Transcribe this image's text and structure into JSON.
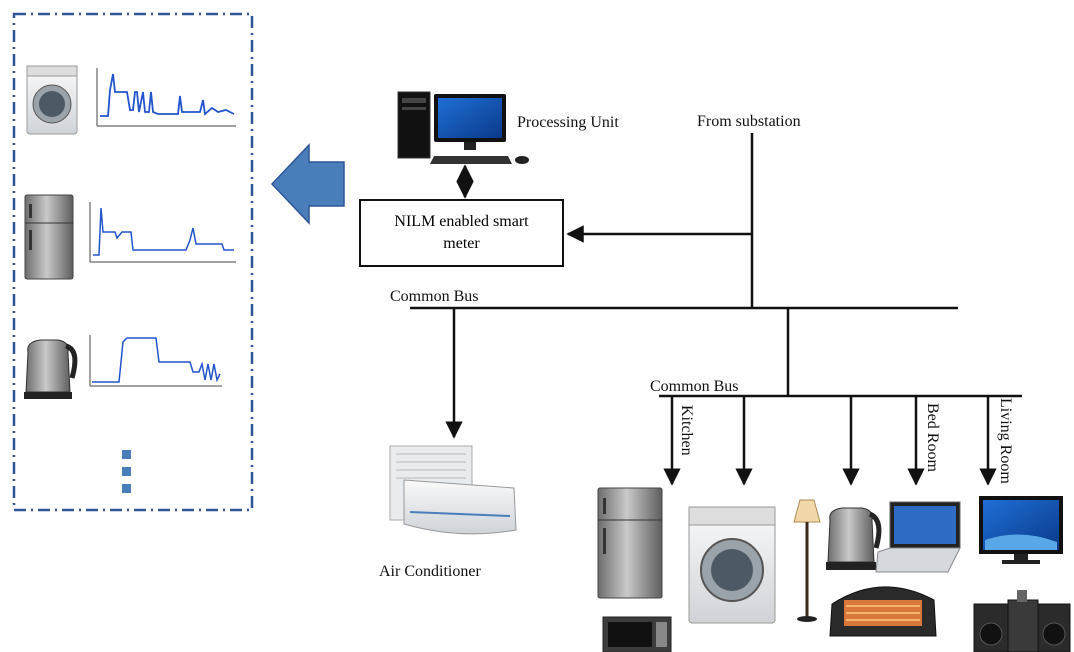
{
  "labels": {
    "processing_unit": "Processing Unit",
    "from_substation": "From substation",
    "smart_meter": "NILM enabled smart meter",
    "common_bus_main": "Common Bus",
    "common_bus_sub": "Common Bus",
    "air_conditioner": "Air Conditioner",
    "kitchen": "Kitchen",
    "bed_room": "Bed Room",
    "living_room": "Living Room"
  },
  "colors": {
    "arrow_fill": "#4a7ebb",
    "dash_border": "#2f5597",
    "signal_line": "#2255cc",
    "wire": "#111111"
  },
  "icons": [
    "washing-machine-icon",
    "refrigerator-icon",
    "kettle-icon",
    "computer-icon",
    "air-conditioner-icon",
    "microwave-icon",
    "floor-lamp-icon",
    "heater-icon",
    "laptop-icon",
    "tv-icon",
    "stereo-icon"
  ]
}
